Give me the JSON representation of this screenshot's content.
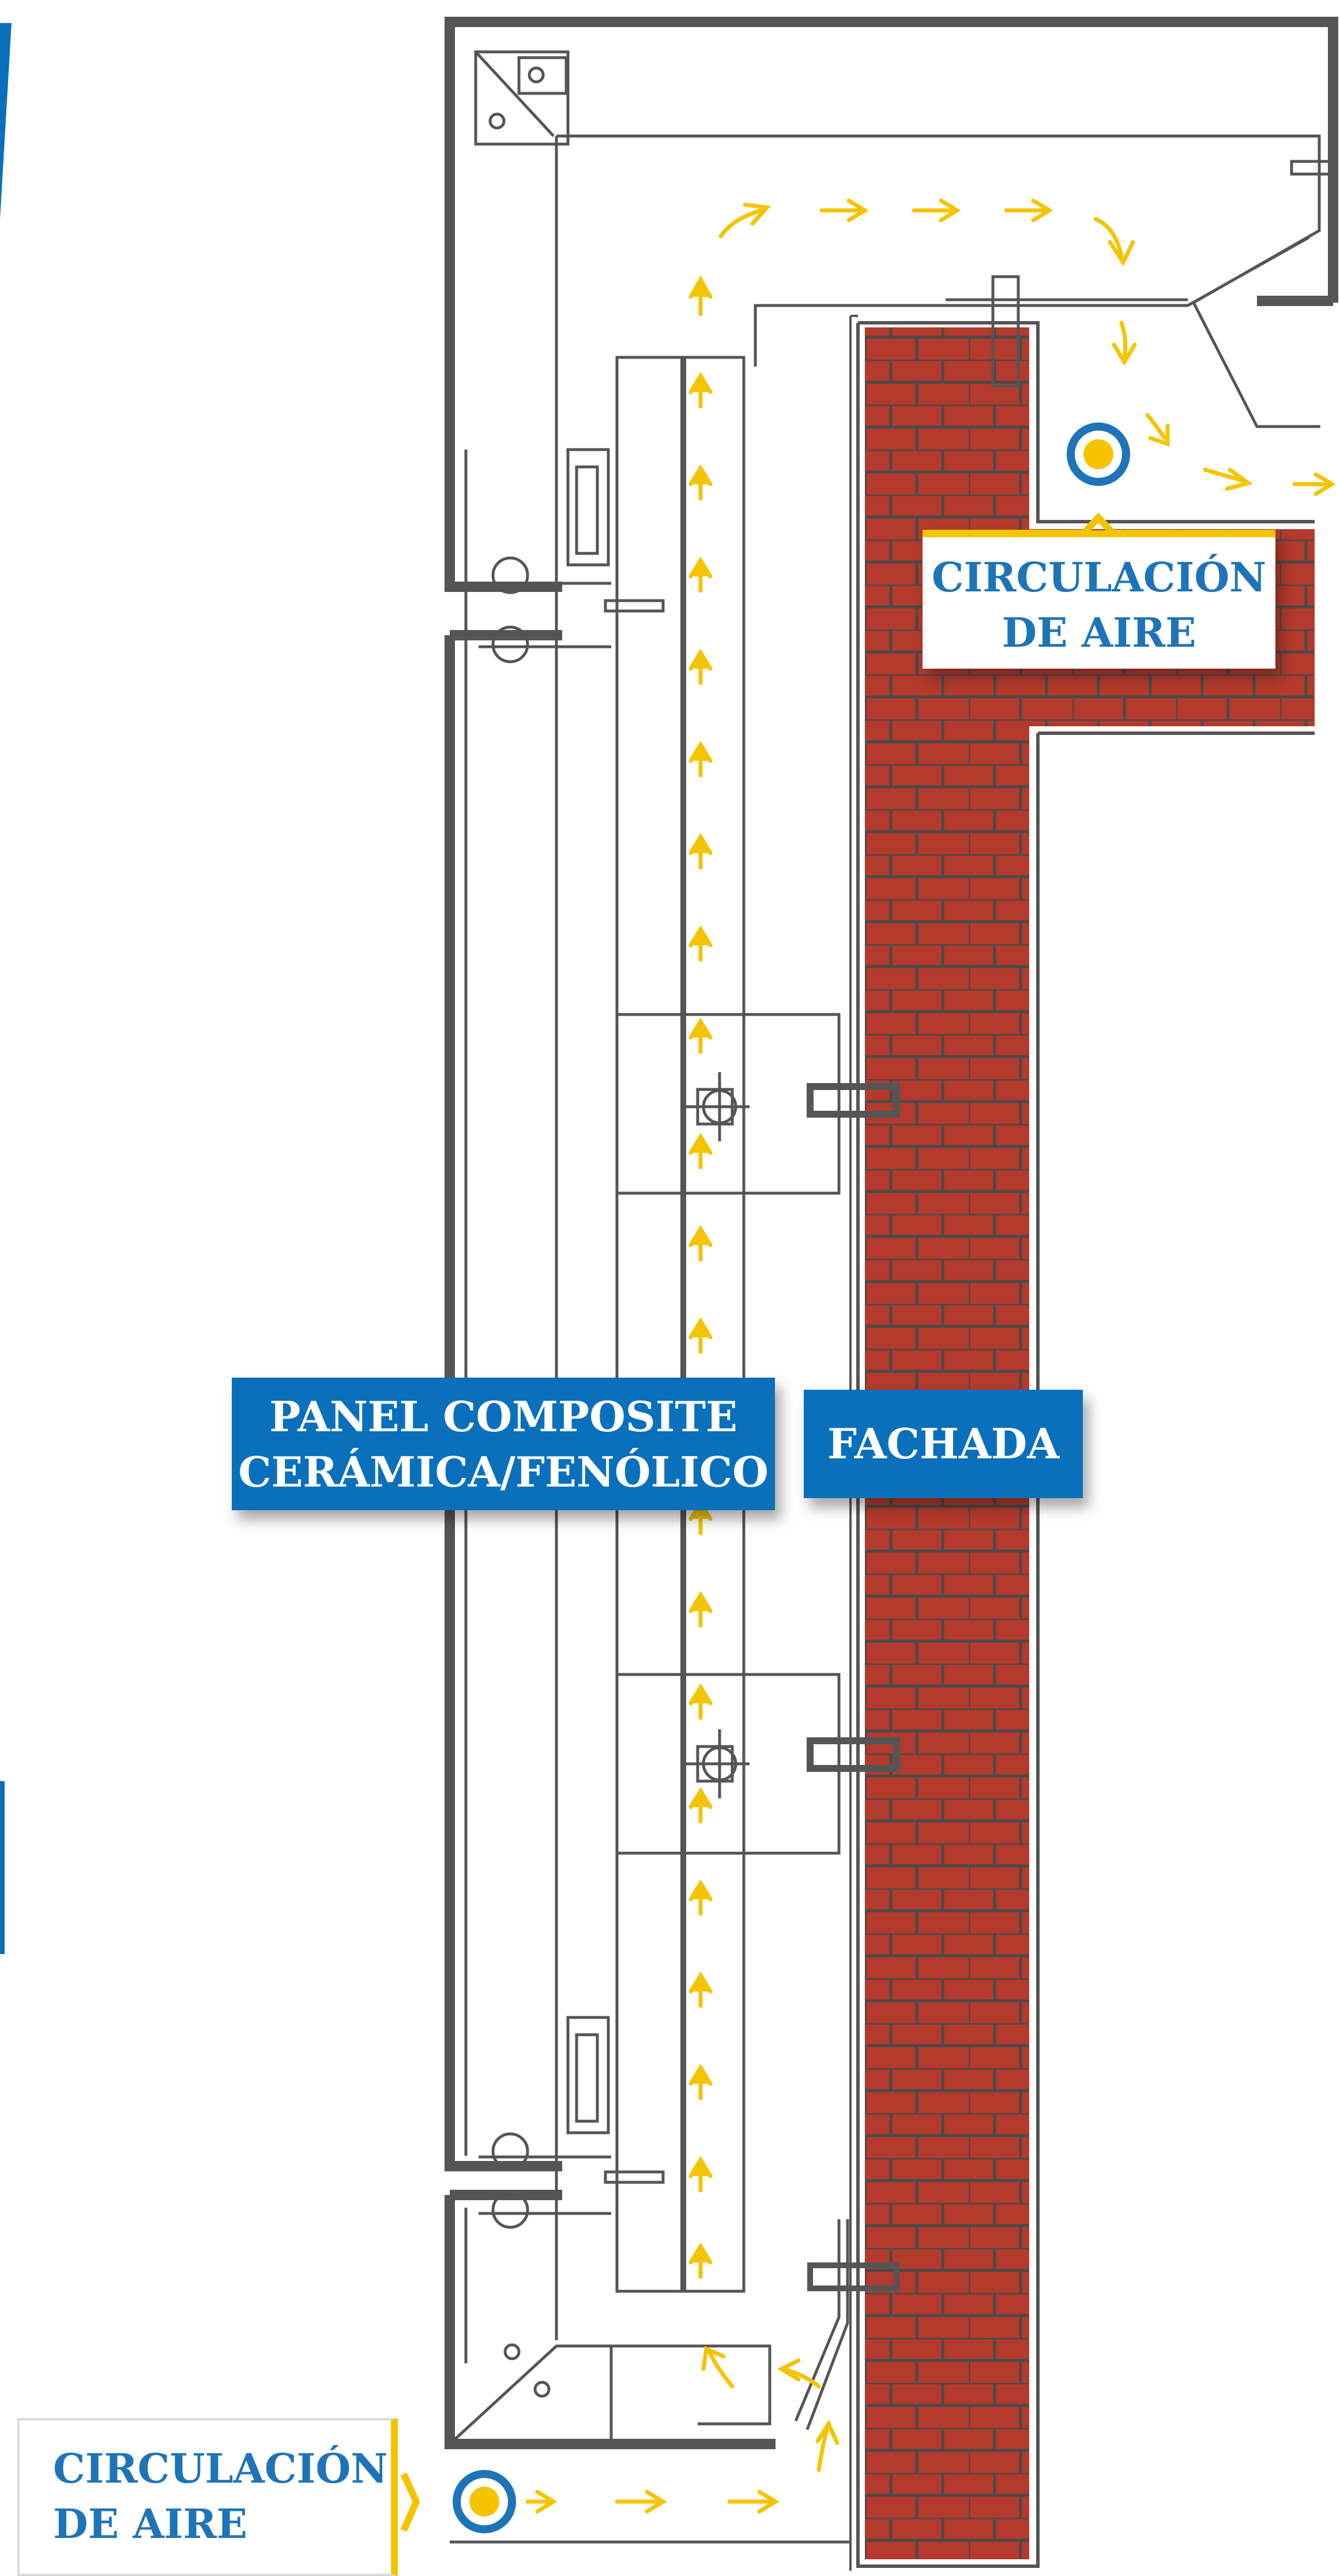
{
  "labels": {
    "air_circulation_top": {
      "line1": "CIRCULACIÓN",
      "line2": "DE AIRE"
    },
    "air_circulation_bottom": {
      "line1": "CIRCULACIÓN",
      "line2": "DE AIRE"
    },
    "panel": {
      "line1": "PANEL COMPOSITE",
      "line2": "CERÁMICA/FENÓLICO"
    },
    "facade": "FACHADA"
  },
  "colors": {
    "brick": "#b33a2c",
    "mortar": "#4a4a4a",
    "frame": "#555555",
    "line": "#555555",
    "airflow_arrow": "#f5c400",
    "label_blue": "#0a70bc",
    "callout_text": "#1e74b8",
    "marker_ring": "#1e74b8",
    "marker_dot": "#f5c400"
  },
  "icons": [
    "air-circulation-marker-icon",
    "airflow-arrow-icon",
    "accent-bar"
  ]
}
